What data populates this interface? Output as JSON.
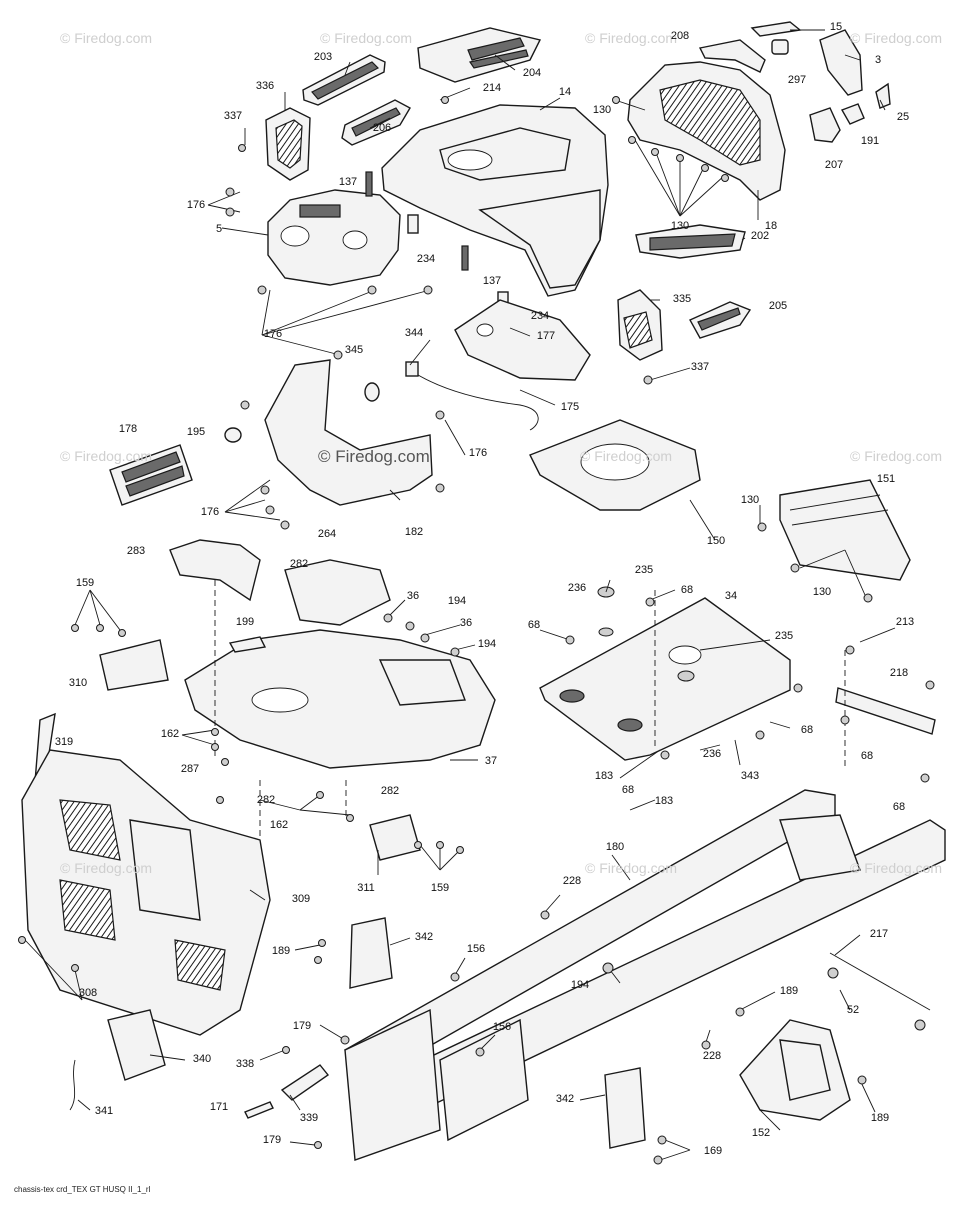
{
  "diagram": {
    "watermark": "© Firedog.com",
    "caption": "chassis-tex crd_TEX GT HUSQ II_1_rl",
    "callouts": {
      "c15": "15",
      "c208": "208",
      "c297": "297",
      "c3": "3",
      "c25": "25",
      "c191": "191",
      "c207": "207",
      "c203": "203",
      "c204": "204",
      "c214": "214",
      "c14": "14",
      "c336": "336",
      "c337a": "337",
      "c206": "206",
      "c130a": "130",
      "c130b": "130",
      "c137a": "137",
      "c176a": "176",
      "c5": "5",
      "c234a": "234",
      "c137b": "137",
      "c18": "18",
      "c202": "202",
      "c176b": "176",
      "c344": "344",
      "c345": "345",
      "c177": "177",
      "c234b": "234",
      "c335": "335",
      "c205": "205",
      "c337b": "337",
      "c175": "175",
      "c178": "178",
      "c195": "195",
      "c176c": "176",
      "c176d": "176",
      "c182": "182",
      "c150": "150",
      "c130c": "130",
      "c151": "151",
      "c130d": "130",
      "c283": "283",
      "c264": "264",
      "c282a": "282",
      "c159a": "159",
      "c36a": "36",
      "c194a": "194",
      "c36b": "36",
      "c194b": "194",
      "c199": "199",
      "c310": "310",
      "c236a": "236",
      "c235a": "235",
      "c68a": "68",
      "c34": "34",
      "c68b": "68",
      "c235b": "235",
      "c213": "213",
      "c218": "218",
      "c319": "319",
      "c162a": "162",
      "c287": "287",
      "c282b": "282",
      "c37": "37",
      "c68c": "68",
      "c236b": "236",
      "c68d": "68",
      "c343": "343",
      "c183a": "183",
      "c68e": "68",
      "c183b": "183",
      "c68f": "68",
      "c282c": "282",
      "c162b": "162",
      "c311": "311",
      "c159b": "159",
      "c180": "180",
      "c309": "309",
      "c228a": "228",
      "c217": "217",
      "c189a": "189",
      "c342a": "342",
      "c156a": "156",
      "c194c": "194",
      "c189b": "189",
      "c52": "52",
      "c308": "308",
      "c179a": "179",
      "c156b": "156",
      "c228b": "228",
      "c338": "338",
      "c340": "340",
      "c171": "171",
      "c339": "339",
      "c341": "341",
      "c342b": "342",
      "c152": "152",
      "c189c": "189",
      "c179b": "179",
      "c169": "169"
    }
  }
}
